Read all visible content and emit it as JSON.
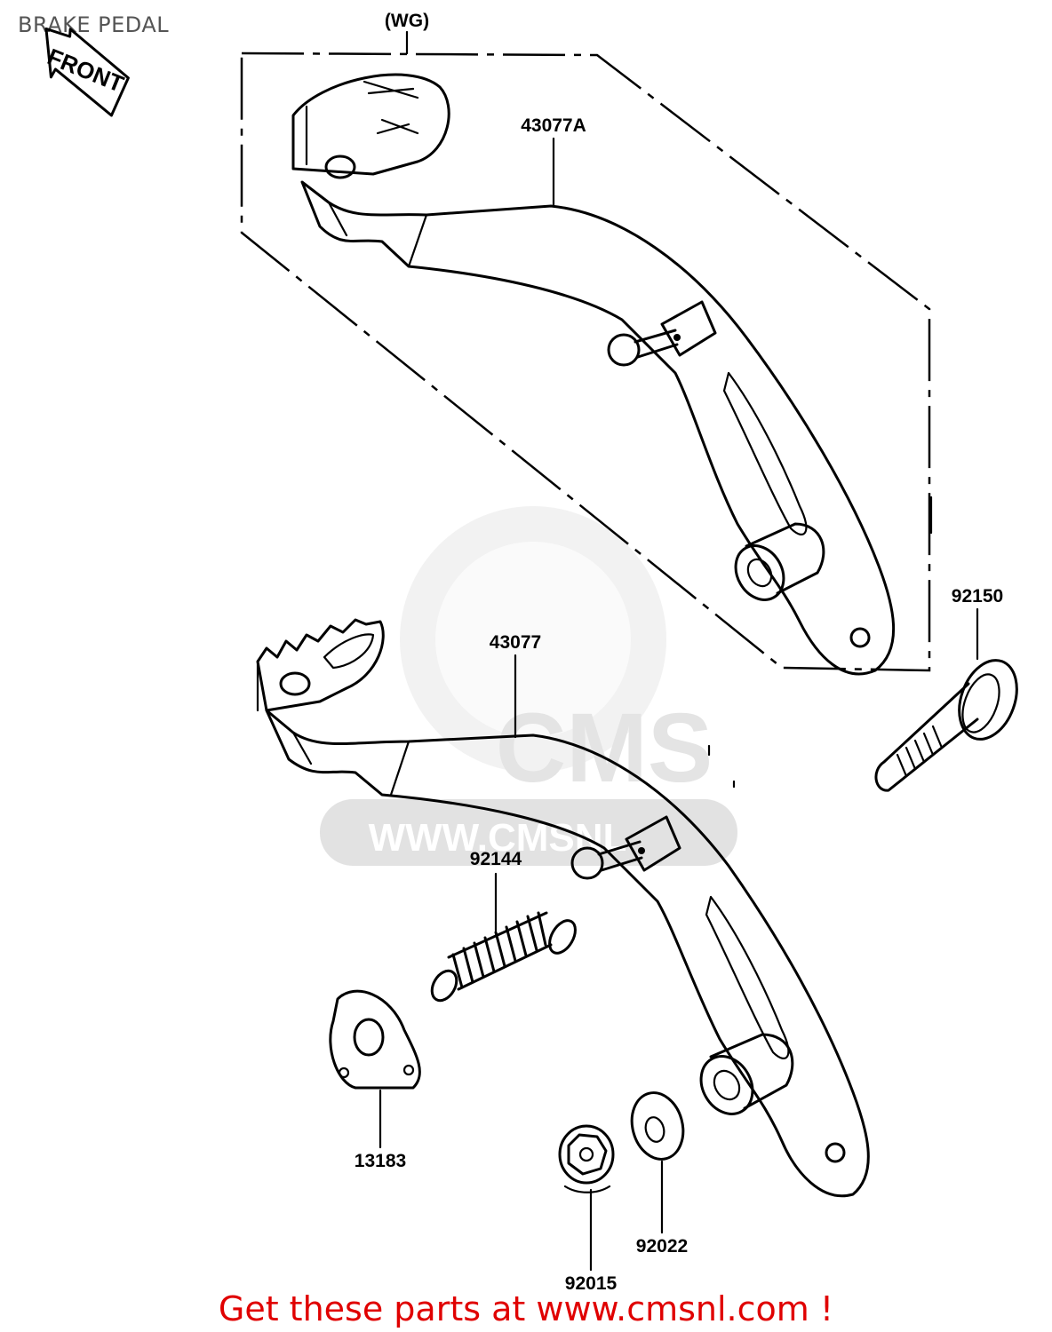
{
  "page": {
    "title": "BRAKE PEDAL",
    "footer": "Get these parts at www.cmsnl.com !"
  },
  "diagram": {
    "front_arrow": "FRONT",
    "variant_label": "(WG)",
    "watermark": "WWW.CMSNL",
    "watermark_logo": "CMS",
    "parts": [
      {
        "id": "43077A",
        "name": "brake pedal (WG)"
      },
      {
        "id": "43077",
        "name": "brake pedal"
      },
      {
        "id": "92150",
        "name": "bolt"
      },
      {
        "id": "92144",
        "name": "spring"
      },
      {
        "id": "13183",
        "name": "plate"
      },
      {
        "id": "92022",
        "name": "washer"
      },
      {
        "id": "92015",
        "name": "nut"
      }
    ]
  }
}
